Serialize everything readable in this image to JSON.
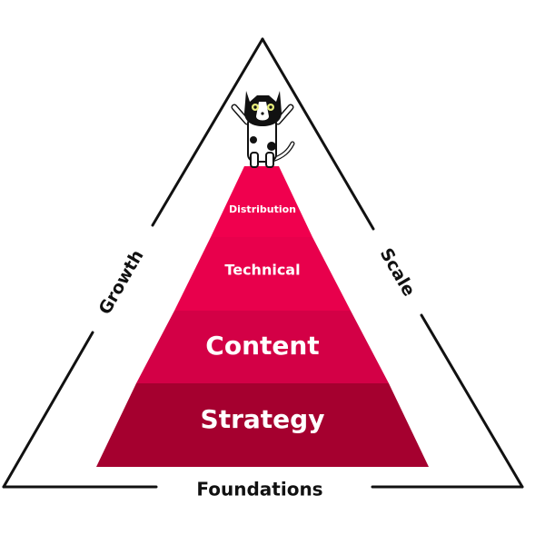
{
  "diagram": {
    "labels": {
      "left": "Growth",
      "right": "Scale",
      "bottom": "Foundations"
    },
    "tiers": [
      {
        "label": "Distribution",
        "color": "#f0004e"
      },
      {
        "label": "Technical",
        "color": "#e8004c"
      },
      {
        "label": "Content",
        "color": "#d30046"
      },
      {
        "label": "Strategy",
        "color": "#a5002f"
      }
    ],
    "colors": {
      "outline": "#111111",
      "background": "#ffffff"
    },
    "mascot": "cat-icon"
  }
}
